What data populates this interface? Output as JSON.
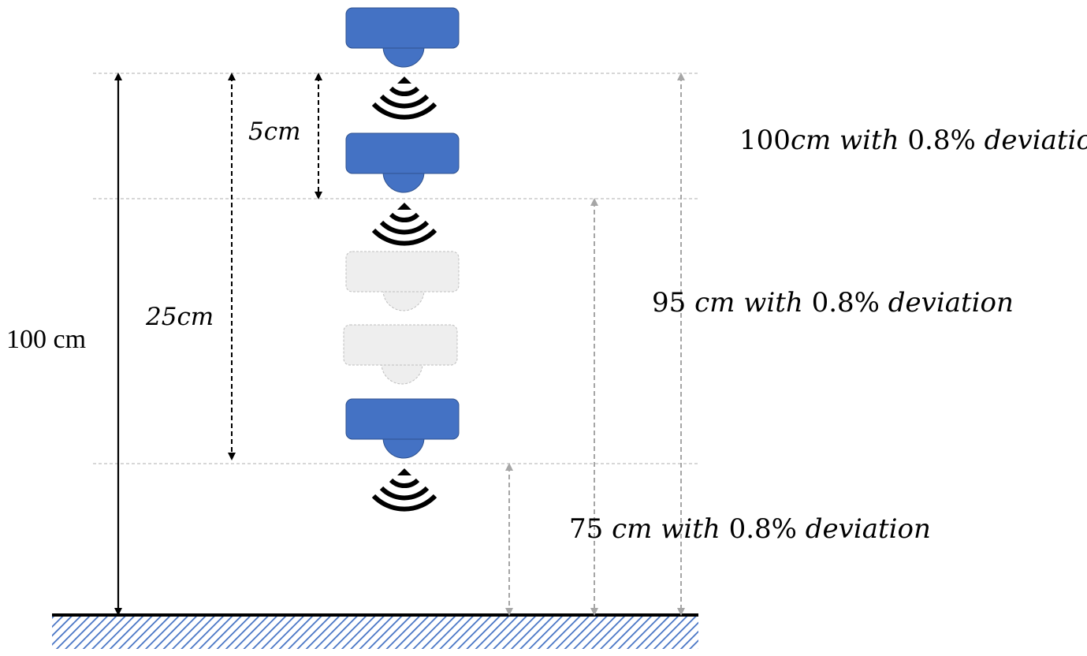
{
  "labels": {
    "total_height": "100 cm",
    "step_small": "5cm",
    "step_large": "25cm",
    "reading_top": {
      "value": "100",
      "unit": "cm",
      "with": " with ",
      "pct": "0.8%",
      "dev": " deviation"
    },
    "reading_mid": {
      "value": "95 ",
      "unit": "cm",
      "with": " with ",
      "pct": "0.8%",
      "dev": " deviation"
    },
    "reading_low": {
      "value": "75 ",
      "unit": "cm",
      "with": " with ",
      "pct": "0.8%",
      "dev": " deviation"
    }
  },
  "sensor": {
    "active_color": "#4472C4",
    "inactive_color": "#EEEEEE",
    "inactive_border": "#BFBFBF"
  },
  "ground": {
    "hatch_color": "#4472C4",
    "line_color": "#000000"
  },
  "icons": {
    "sensor": "ultrasonic-sensor-icon",
    "signal": "ultrasonic-wave-icon"
  }
}
